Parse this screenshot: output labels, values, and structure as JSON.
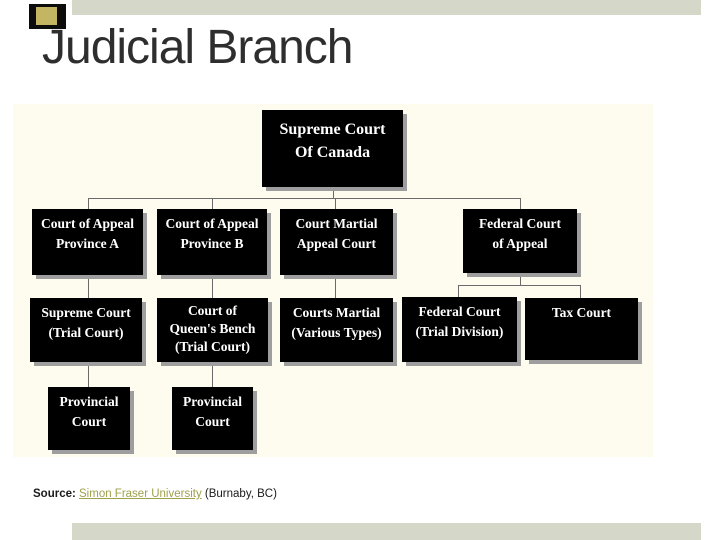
{
  "slide": {
    "title": "Judicial Branch"
  },
  "colors": {
    "accent_bar": "#d5d8c8",
    "accent_tan": "#c3b561",
    "accent_black": "#0c0c0c",
    "diagram_background": "#fdfcee",
    "box_background": "#000000",
    "box_text": "#ffffff",
    "box_shadow": "#9e9e9e",
    "connector": "#6b6b6b",
    "title_text": "#2e2e2e",
    "source_text": "#1a1a1a",
    "link": "#9fa14d"
  },
  "diagram": {
    "type": "org-chart",
    "boxes": [
      {
        "id": "supreme-court-of-canada",
        "lines": [
          "Supreme Court",
          "Of Canada"
        ],
        "parent": null
      },
      {
        "id": "court-of-appeal-province-a",
        "lines": [
          "Court of Appeal",
          "Province A"
        ],
        "parent": "supreme-court-of-canada"
      },
      {
        "id": "court-of-appeal-province-b",
        "lines": [
          "Court of Appeal",
          "Province B"
        ],
        "parent": "supreme-court-of-canada"
      },
      {
        "id": "court-martial-appeal-court",
        "lines": [
          "Court Martial",
          "Appeal Court"
        ],
        "parent": "supreme-court-of-canada"
      },
      {
        "id": "federal-court-of-appeal",
        "lines": [
          "Federal Court",
          "of Appeal"
        ],
        "parent": "supreme-court-of-canada"
      },
      {
        "id": "supreme-court-trial",
        "lines": [
          "Supreme Court",
          "(Trial Court)"
        ],
        "parent": "court-of-appeal-province-a"
      },
      {
        "id": "court-of-queens-bench",
        "lines": [
          "Court of",
          "Queen's Bench",
          "(Trial Court)"
        ],
        "parent": "court-of-appeal-province-b"
      },
      {
        "id": "courts-martial-various",
        "lines": [
          "Courts Martial",
          "(Various Types)"
        ],
        "parent": "court-martial-appeal-court"
      },
      {
        "id": "federal-court-trial-division",
        "lines": [
          "Federal Court",
          "(Trial Division)"
        ],
        "parent": "federal-court-of-appeal"
      },
      {
        "id": "tax-court",
        "lines": [
          "Tax Court"
        ],
        "parent": "federal-court-of-appeal"
      },
      {
        "id": "provincial-court-1",
        "lines": [
          "Provincial",
          "Court"
        ],
        "parent": "supreme-court-trial"
      },
      {
        "id": "provincial-court-2",
        "lines": [
          "Provincial",
          "Court"
        ],
        "parent": "court-of-queens-bench"
      }
    ]
  },
  "source": {
    "prefix": "Source: ",
    "link": "Simon Fraser University",
    "suffix": " (Burnaby, BC)"
  }
}
